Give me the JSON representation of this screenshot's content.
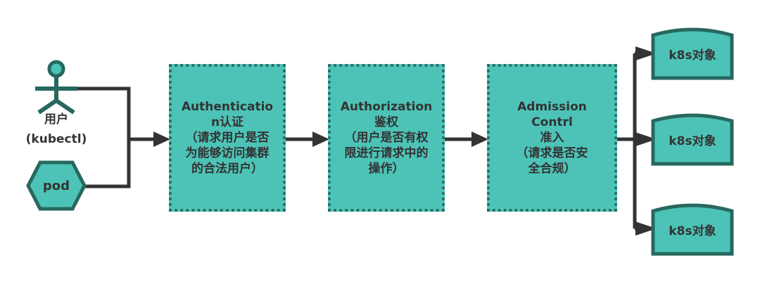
{
  "actors": {
    "user_label": "用户\n(kubectl)",
    "pod_label": "pod"
  },
  "stages": [
    {
      "label": "Authenticatio\nn认证\n（请求用户是否\n为能够访问集群\n的合法用户）"
    },
    {
      "label": "Authorization\n鉴权\n（用户是否有权\n限进行请求中的\n操作）"
    },
    {
      "label": "Admission\nContrl\n准入\n（请求是否安\n全合规）"
    }
  ],
  "targets": [
    {
      "label": "k8s对象"
    },
    {
      "label": "k8s对象"
    },
    {
      "label": "k8s对象"
    }
  ],
  "colors": {
    "fill": "#4DC3B7",
    "border": "#27685F",
    "line": "#333333"
  }
}
